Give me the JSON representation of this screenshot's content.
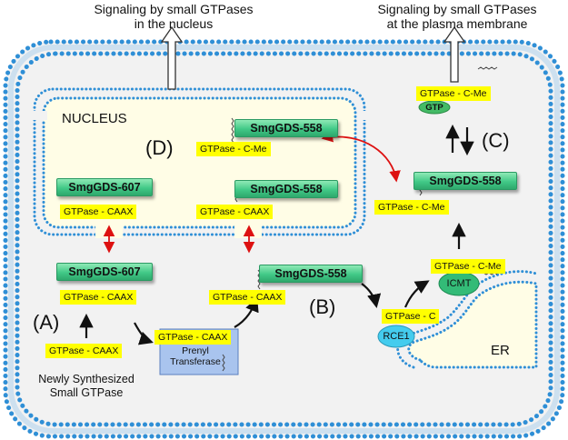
{
  "top_labels": {
    "nucleus_signal_1": "Signaling by small GTPases",
    "nucleus_signal_2": "in the nucleus",
    "membrane_signal_1": "Signaling by small GTPases",
    "membrane_signal_2": "at the plasma membrane"
  },
  "compartments": {
    "nucleus": "NUCLEUS",
    "er": "ER"
  },
  "steps": {
    "a": "(A)",
    "b": "(B)",
    "c": "(C)",
    "d": "(D)"
  },
  "proteins": {
    "smggds_607": "SmgGDS-607",
    "smggds_558": "SmgGDS-558",
    "gtpase_caax": "GTPase - CAAX",
    "gtpase_c": "GTPase - C",
    "gtpase_c_me": "GTPase - C-Me",
    "gtp": "GTP",
    "icmt": "ICMT",
    "rce1": "RCE1",
    "prenyl_transferase_1": "Prenyl",
    "prenyl_transferase_2": "Transferase"
  },
  "caption": {
    "line1": "Newly Synthesized",
    "line2": "Small GTPase"
  },
  "colors": {
    "membrane_dots": "#2f8fd6",
    "cell_fill": "#f2f2f2",
    "nucleus_fill": "#fffde6",
    "gtpase_box": "#ffff00",
    "smggds_box": "#41c987",
    "arrow_red": "#dd1111",
    "transferase_fill": "#a9c4ee",
    "icmt_fill": "#33bb77",
    "rce1_fill": "#44ccee"
  }
}
